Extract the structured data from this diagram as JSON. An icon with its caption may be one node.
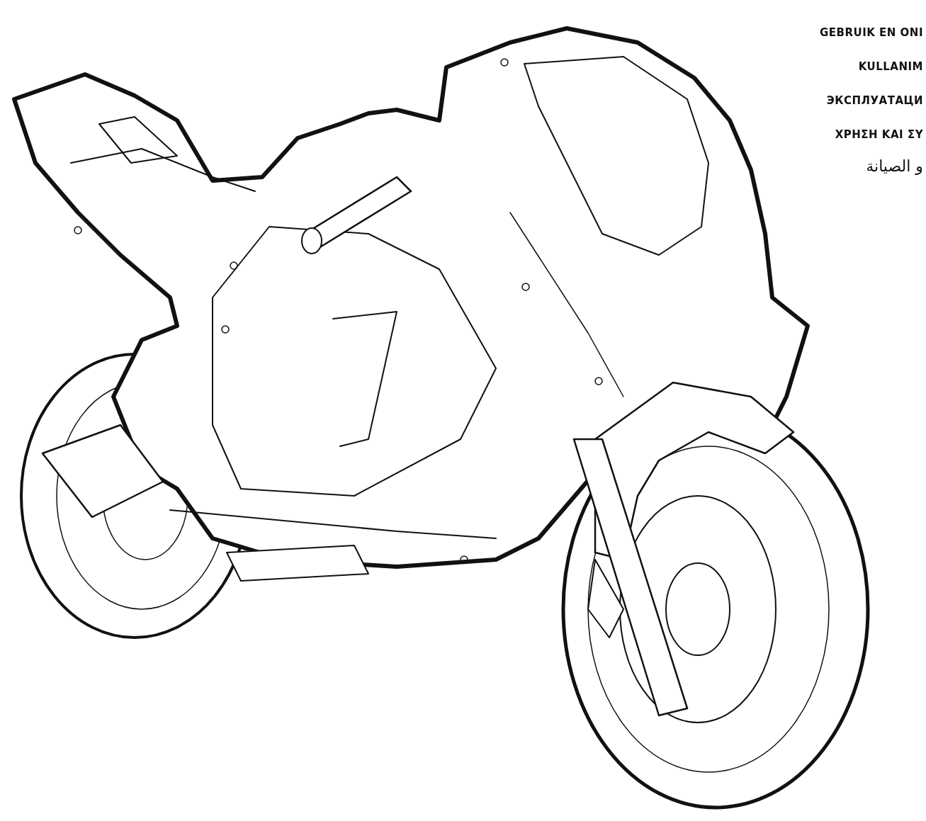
{
  "diagram": {
    "labels": [
      "GEBRUIK EN ONI",
      "KULLANIM",
      "ЭКСПЛУАТАЦИ",
      "ΧΡΗΣΗ ΚΑΙ ΣΥ",
      "و الصيانة"
    ]
  }
}
